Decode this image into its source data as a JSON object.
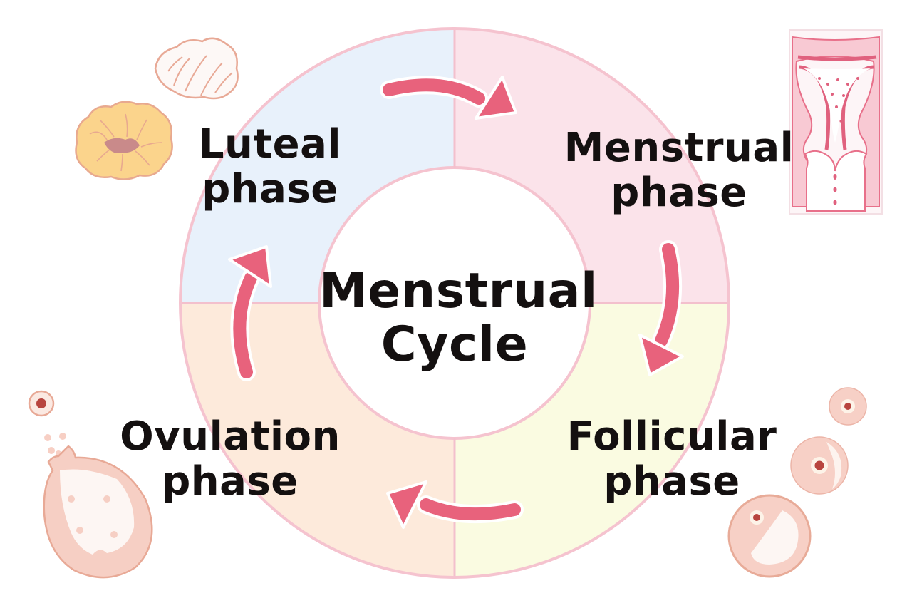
{
  "title": {
    "line1": "Menstrual",
    "line2": "Cycle"
  },
  "phases": [
    {
      "id": "menstrual",
      "line1": "Menstrual",
      "line2": "phase",
      "quadrant": "top-right",
      "color": "#fbe3ea",
      "illustration": "uterus-shedding-icon"
    },
    {
      "id": "follicular",
      "line1": "Follicular",
      "line2": "phase",
      "quadrant": "bottom-right",
      "color": "#fafbe1",
      "illustration": "growing-follicles-icon"
    },
    {
      "id": "ovulation",
      "line1": "Ovulation",
      "line2": "phase",
      "quadrant": "bottom-left",
      "color": "#fdeadb",
      "illustration": "ruptured-follicle-egg-icon"
    },
    {
      "id": "luteal",
      "line1": "Luteal",
      "line2": "phase",
      "quadrant": "top-left",
      "color": "#e8f1fb",
      "illustration": "corpus-luteum-icon"
    }
  ],
  "flow": [
    "Menstrual phase",
    "Follicular phase",
    "Ovulation phase",
    "Luteal phase"
  ],
  "colors": {
    "ring_outline": "#f5c3cf",
    "arrow": "#e8627c",
    "text": "#141010"
  }
}
